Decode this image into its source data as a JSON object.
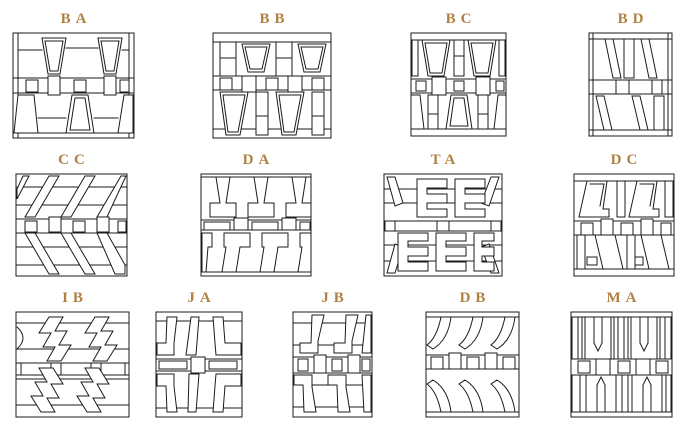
{
  "page": {
    "background": "#ffffff",
    "label_color": "#b08142",
    "line_color": "#1b1b1b",
    "description_codes": [
      "BA",
      "BB",
      "BC",
      "BD",
      "CC",
      "DA",
      "TA",
      "DC",
      "IB",
      "JA",
      "JB",
      "DB",
      "MA"
    ]
  },
  "rows": [
    {
      "items": [
        {
          "code": "BA"
        },
        {
          "code": "BB"
        },
        {
          "code": "BC"
        },
        {
          "code": "BD"
        }
      ]
    },
    {
      "items": [
        {
          "code": "CC"
        },
        {
          "code": "DA"
        },
        {
          "code": "TA"
        },
        {
          "code": "DC"
        }
      ]
    },
    {
      "items": [
        {
          "code": "IB"
        },
        {
          "code": "JA"
        },
        {
          "code": "JB"
        },
        {
          "code": "DB"
        },
        {
          "code": "MA"
        }
      ]
    }
  ]
}
